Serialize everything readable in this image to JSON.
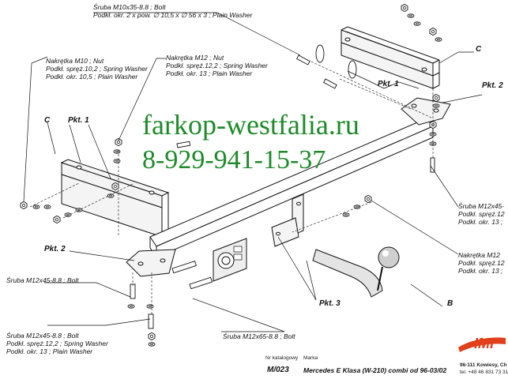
{
  "watermark": {
    "site": "farkop-westfalia.ru",
    "phone": "8-929-941-15-37",
    "color": "#1f8a2a"
  },
  "callouts": {
    "top_bolt": [
      "Śruba M10x35-8.8 ;  Bolt",
      "Podkł. okr. 2 x pow. ∅ 10,5 x ∅ 56 x 3 ; Plain Washer"
    ],
    "nut_m10": [
      "Nakrętka  M10 ; Nut",
      "Podkł. spręż.10,2 ; Spring Washer",
      "Podkł. okr. 10,5 ; Plain Washer"
    ],
    "nut_m12": [
      "Nakrętka  M12 ; Nut",
      "Podkł. spręż.12,2 ; Spring Washer",
      "Podkł. okr. 13 ; Plain Washer"
    ],
    "right_bolt": [
      "Śruba M12x45-",
      "Podkł. spręż.12",
      "Podkł. okr. 13 ;"
    ],
    "right_nut": [
      "Nakrętka  M12",
      "Podkł. spręż.12",
      "Podkł. okr. 13 ;"
    ],
    "left_bolt": [
      "Śruba M12x45-8.8 ;  Bolt"
    ],
    "left_bolt_set": [
      "Śruba M12x45-8.8 ;  Bolt",
      "Podkł. spręż.12,2 ; Spring Washer",
      "Podkł. okr. 13 ; Plain Washer"
    ],
    "bottom_bolt": [
      "Śruba M12x65-8.8 ;  Bolt"
    ]
  },
  "markers": {
    "c_top": "C",
    "c_left": "C",
    "b": "B",
    "pkt1_top": "Pkt. 1",
    "pkt1_left": "Pkt. 1",
    "pkt2_right": "Pkt. 2",
    "pkt2_left": "Pkt. 2",
    "pkt3": "Pkt. 3"
  },
  "footer": {
    "catalog_label": "Nr katalogowy",
    "catalog_number": "M/023",
    "brand_label": "Marka",
    "model": "Mercedes E Klasa (W-210) combi  od 96-03/02",
    "company_logo": "IMI",
    "address": "96-111 Kowiesy, Ch",
    "phone": "tel. +48 46 831 73 31"
  },
  "colors": {
    "line": "#111111",
    "bracket_fill": "#f4f4f4",
    "logo_red": "#e0401a"
  }
}
